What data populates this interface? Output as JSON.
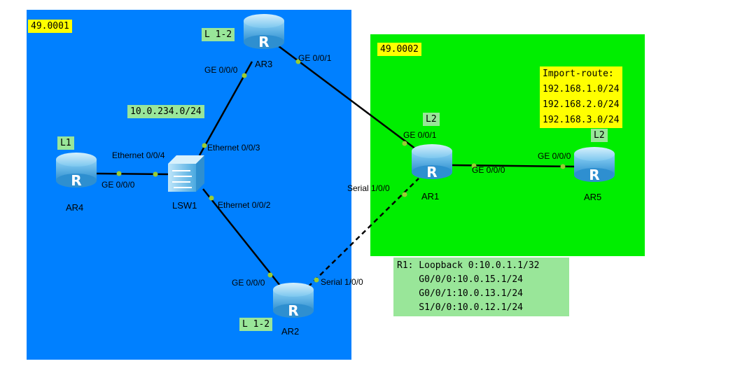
{
  "colors": {
    "area1_bg": "#0080ff",
    "area2_bg": "#00ee00",
    "area_label_bg": "#ffff00",
    "level_label_bg": "#99e699",
    "router_color": "#3aa9e6",
    "link_color": "#000000",
    "port_dot": "#99cc33"
  },
  "areas": [
    {
      "id": "area-49-0001",
      "label": "49.0001"
    },
    {
      "id": "area-49-0002",
      "label": "49.0002"
    }
  ],
  "devices": {
    "ar1": {
      "name": "AR1",
      "level": "L2",
      "type": "router-icon"
    },
    "ar2": {
      "name": "AR2",
      "level": "L 1-2",
      "type": "router-icon"
    },
    "ar3": {
      "name": "AR3",
      "level": "L 1-2",
      "type": "router-icon"
    },
    "ar4": {
      "name": "AR4",
      "level": "L1",
      "type": "router-icon"
    },
    "ar5": {
      "name": "AR5",
      "level": "L2",
      "type": "router-icon"
    },
    "lsw1": {
      "name": "LSW1",
      "type": "switch-icon"
    }
  },
  "subnet_label": "10.0.234.0/24",
  "links": [
    {
      "from": "AR3",
      "from_port": "GE 0/0/1",
      "to": "AR1",
      "to_port": "GE 0/0/1",
      "style": "solid"
    },
    {
      "from": "AR3",
      "from_port": "GE 0/0/0",
      "to": "LSW1",
      "to_port": "Ethernet 0/0/3",
      "style": "solid"
    },
    {
      "from": "AR4",
      "from_port": "GE 0/0/0",
      "to": "LSW1",
      "to_port": "Ethernet 0/0/4",
      "style": "solid"
    },
    {
      "from": "LSW1",
      "from_port": "Ethernet 0/0/2",
      "to": "AR2",
      "to_port": "GE 0/0/0",
      "style": "solid"
    },
    {
      "from": "AR2",
      "from_port": "Serial 1/0/0",
      "to": "AR1",
      "to_port": "Serial 1/0/0",
      "style": "dashed"
    },
    {
      "from": "AR1",
      "from_port": "GE 0/0/0",
      "to": "AR5",
      "to_port": "GE 0/0/0",
      "style": "solid"
    }
  ],
  "import_route": {
    "title": "Import-route:",
    "routes": [
      "192.168.1.0/24",
      "192.168.2.0/24",
      "192.168.3.0/24"
    ]
  },
  "r1_config": {
    "lines": [
      "R1: Loopback 0:10.0.1.1/32",
      "    G0/0/0:10.0.15.1/24",
      "    G0/0/1:10.0.13.1/24",
      "    S1/0/0:10.0.12.1/24"
    ]
  }
}
